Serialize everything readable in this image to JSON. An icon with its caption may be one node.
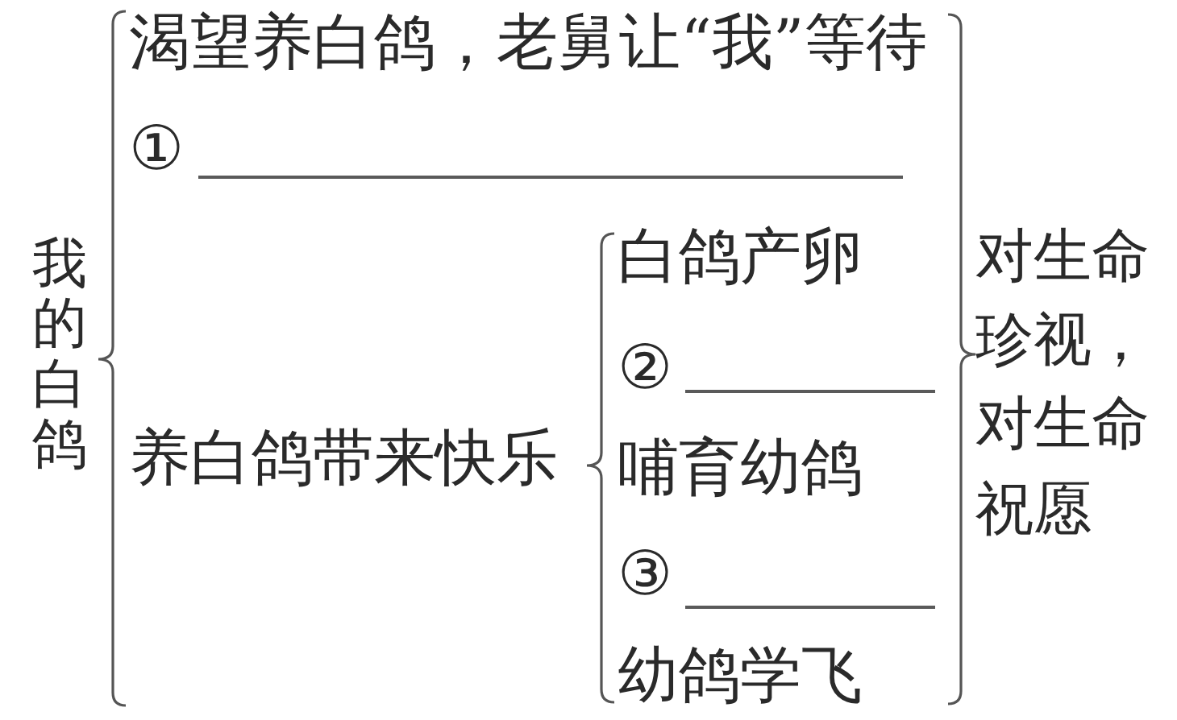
{
  "diagram": {
    "labels": [
      "我的白鸽",
      "渴望养白鸽，老舅让“我”等待",
      "①",
      "养白鸽带来快乐",
      "白鸽产卵",
      "②",
      "哺育幼鸽",
      "③",
      "幼鸽学飞",
      "对生命珍视，对生命祝愿"
    ]
  }
}
